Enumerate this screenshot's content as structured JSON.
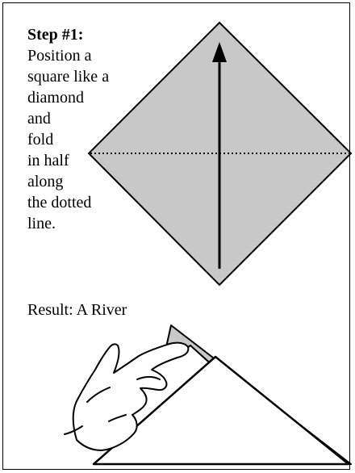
{
  "step": {
    "title": "Step #1:",
    "lines": [
      "Position a",
      "square like a",
      "diamond",
      "and",
      "fold",
      "in half",
      "along",
      "the dotted",
      "line."
    ]
  },
  "result": {
    "label": "Result: A River"
  },
  "colors": {
    "paper_fill": "#c8c8c8",
    "outline": "#000000",
    "inner_fill": "#ffffff"
  }
}
